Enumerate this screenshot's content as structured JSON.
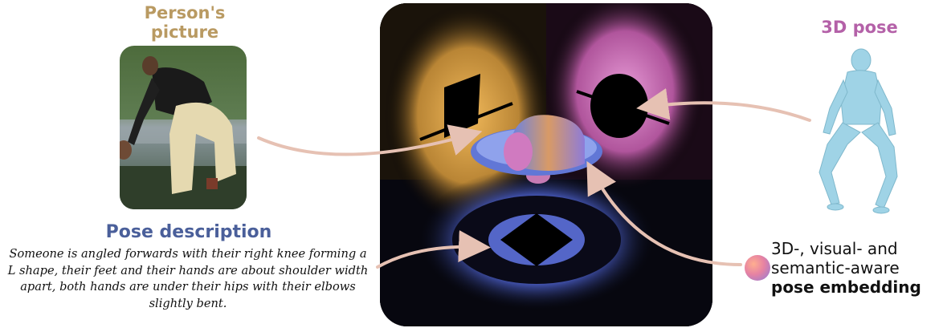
{
  "left_panel": {
    "title_line1": "Person's",
    "title_line2": "picture",
    "description_title": "Pose description",
    "description_text": "Someone is angled forwards with their right knee forming a L shape, their feet and their hands are about shoulder width apart, both hands are under their hips with their elbows slightly bent."
  },
  "right_panel": {
    "title": "3D pose",
    "embedding_line1": "3D-, visual- and",
    "embedding_line2": "semantic-aware",
    "embedding_line3": "pose embedding"
  },
  "colors": {
    "picture_title": "#b99a62",
    "description_title": "#4a5f9a",
    "pose_title": "#b461a8",
    "arrow": "#e6c1b3",
    "body": "#9fd3e6"
  }
}
